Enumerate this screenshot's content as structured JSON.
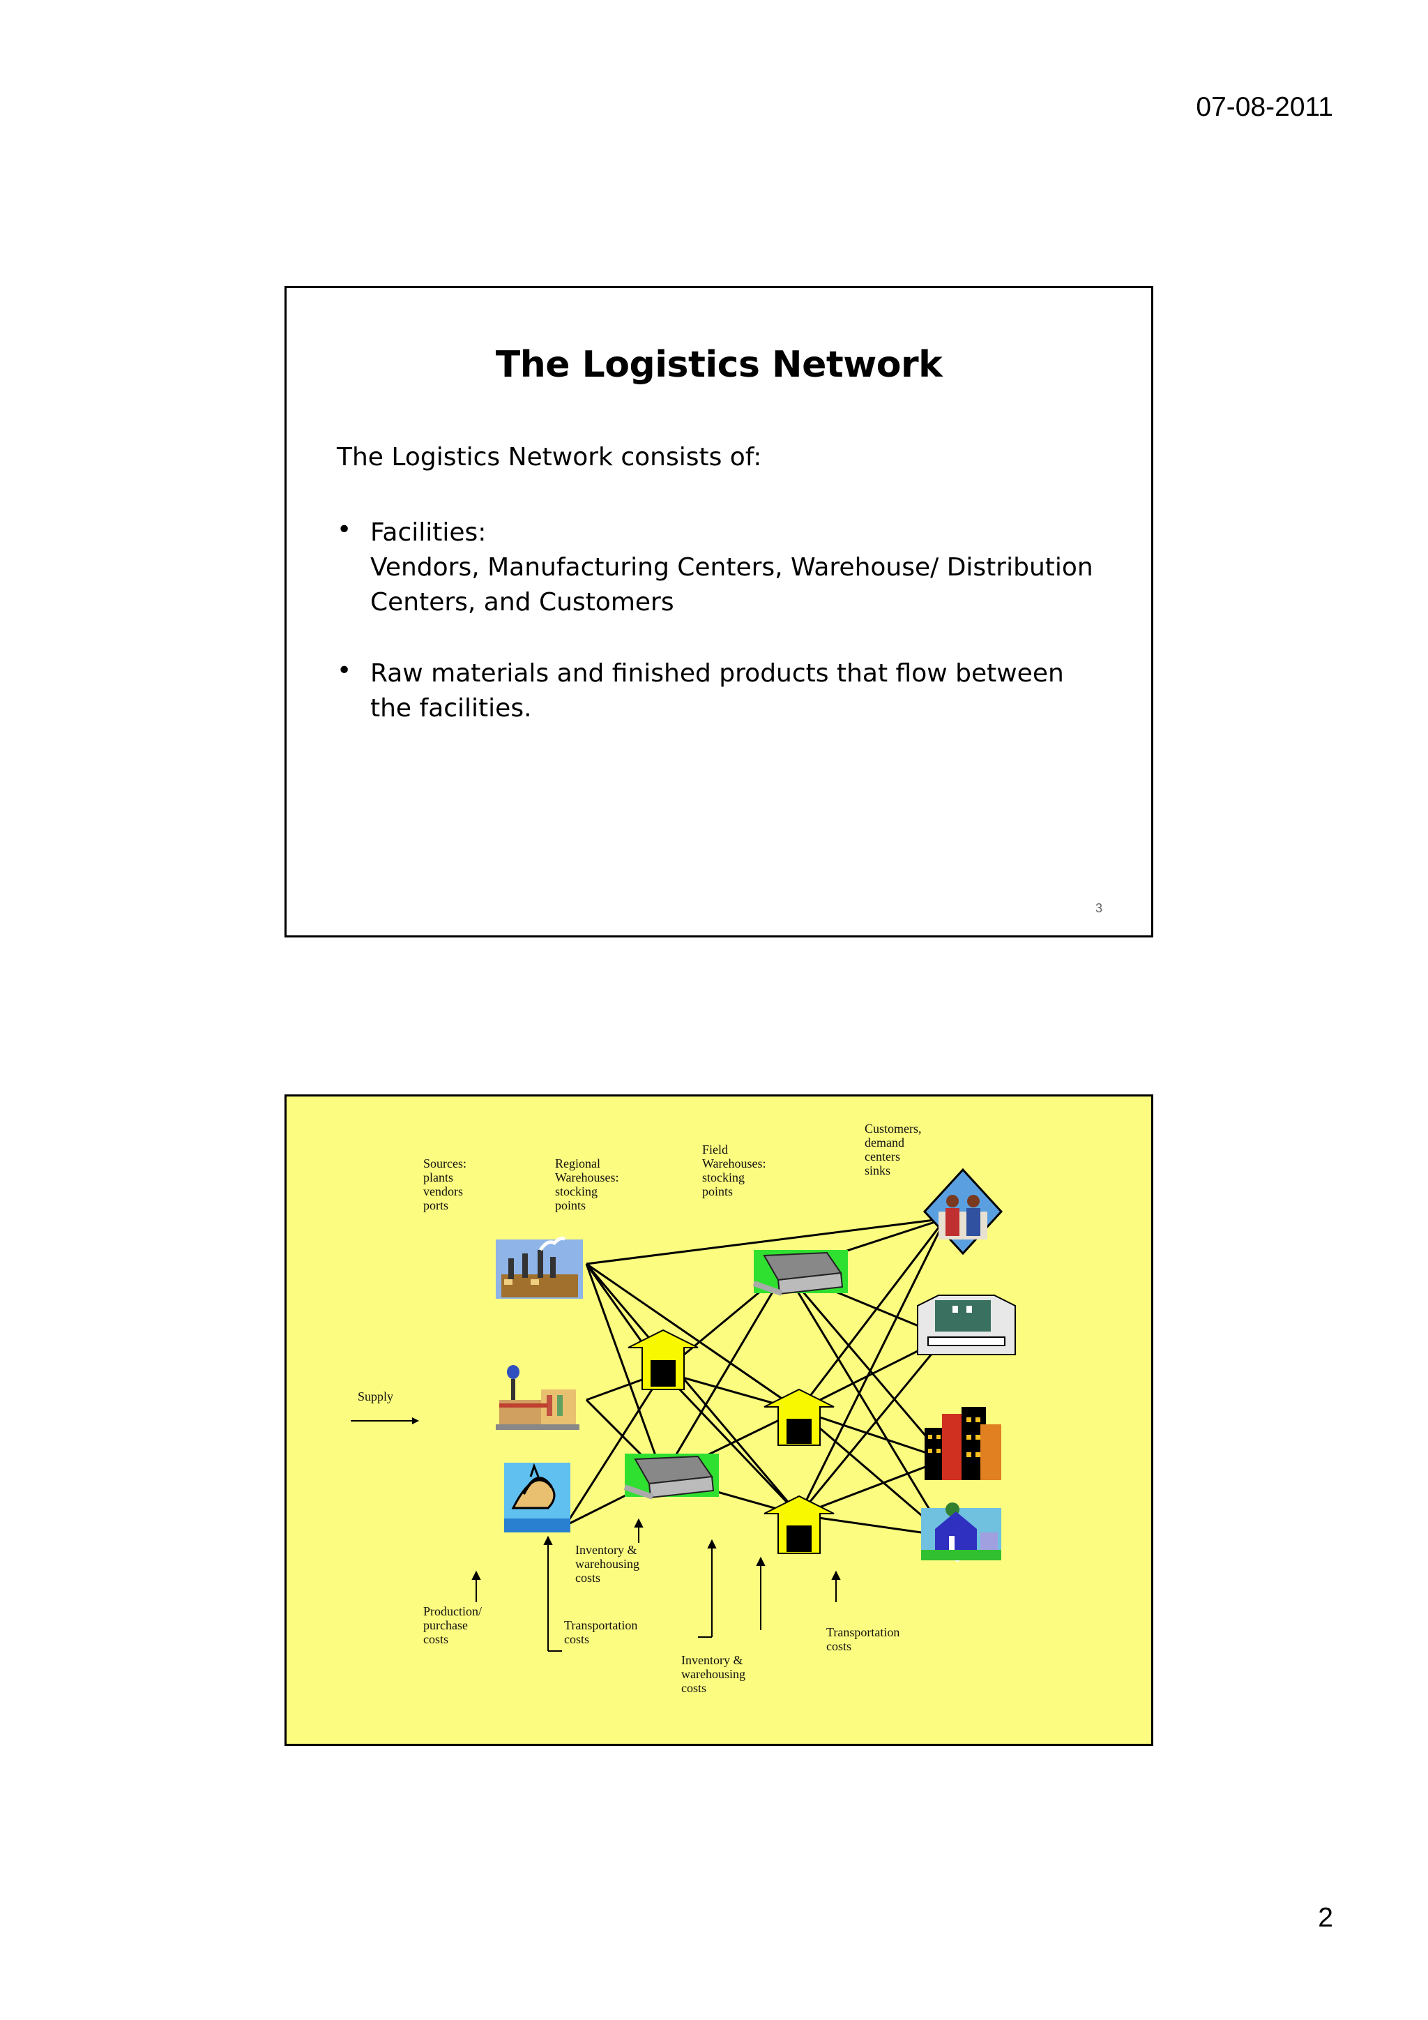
{
  "header": {
    "date": "07-08-2011"
  },
  "footer": {
    "page_number": "2"
  },
  "slide1": {
    "title": "The Logistics Network",
    "intro": "The Logistics Network consists of:",
    "bullets": [
      {
        "text": "Facilities:\nVendors, Manufacturing Centers, Warehouse/ Distribution Centers, and Customers"
      },
      {
        "text": "Raw materials and finished products that flow between the facilities."
      }
    ],
    "slide_number": "3"
  },
  "slide2": {
    "columns": {
      "sources": "Sources:\nplants\nvendors\nports",
      "regional": "Regional\nWarehouses:\nstocking\npoints",
      "field": "Field\nWarehouses:\nstocking\npoints",
      "customers": "Customers,\ndemand\ncenters\nsinks"
    },
    "supply": "Supply",
    "costs": {
      "production": "Production/\npurchase\ncosts",
      "transport_left": "Transportation\ncosts",
      "inventory_top": "Inventory &\nwarehousing\ncosts",
      "inventory_bottom": "Inventory &\nwarehousing\ncosts",
      "transport_right": "Transportation\ncosts"
    },
    "icons": {
      "sources": [
        "factory-icon",
        "water-tower-plant-icon",
        "ship-port-icon"
      ],
      "regional": [
        "warehouse-arrow-icon",
        "warehouse-building-icon"
      ],
      "field": [
        "warehouse-building-icon",
        "warehouse-arrow-icon",
        "warehouse-arrow-icon"
      ],
      "customers": [
        "family-icon",
        "store-building-icon",
        "city-buildings-icon",
        "house-icon"
      ]
    }
  }
}
